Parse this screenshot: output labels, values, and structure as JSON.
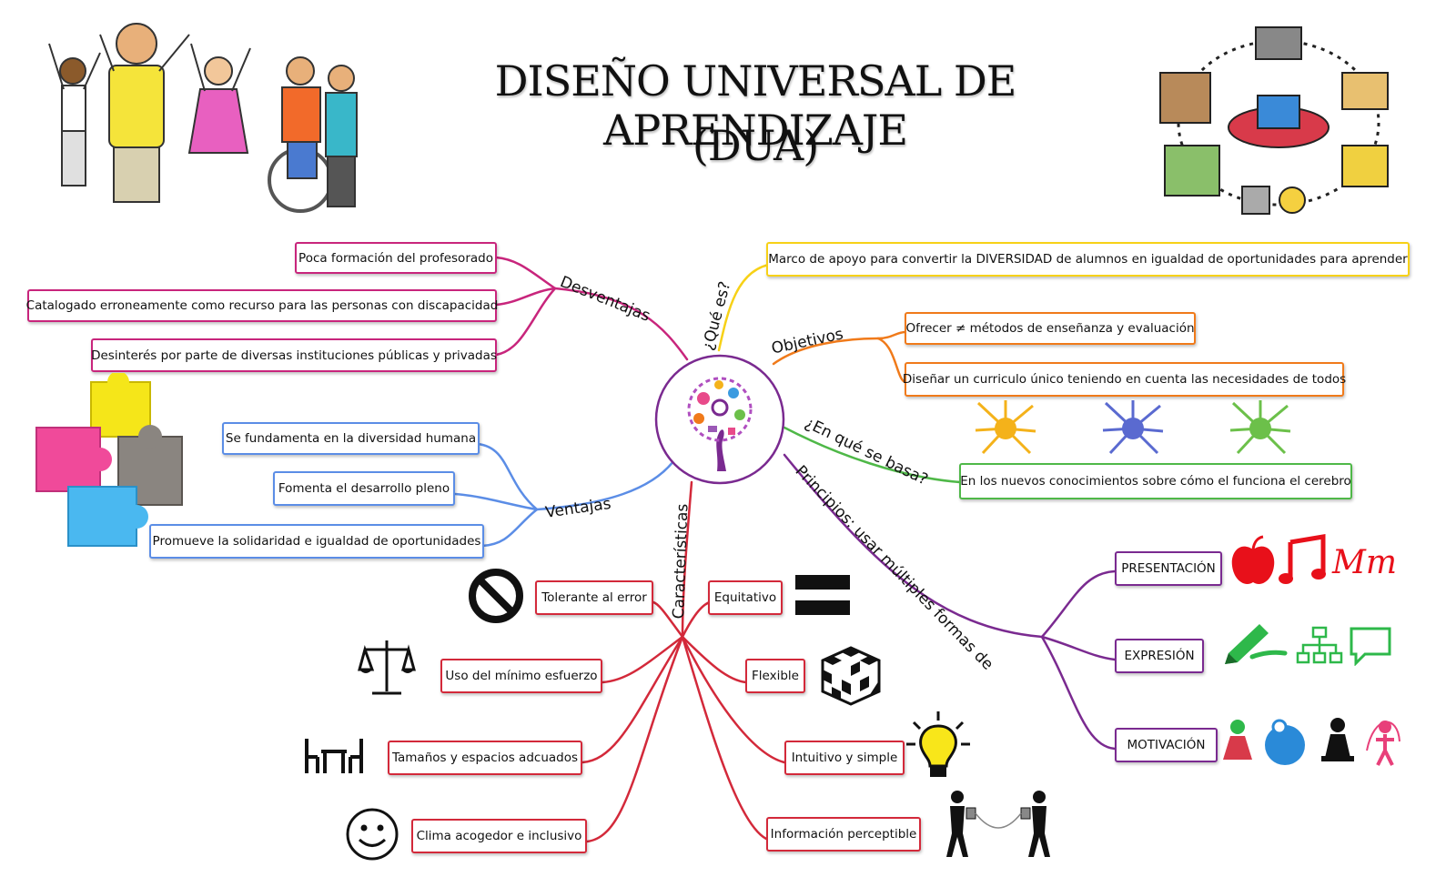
{
  "title": {
    "line1": "DISEÑO UNIVERSAL DE APRENDIZAJE",
    "line2": "(DUA)"
  },
  "branches": {
    "que_es": {
      "label": "¿Qué es?",
      "items": [
        "Marco de apoyo para convertir la DIVERSIDAD de alumnos en igualdad de oportunidades para aprender"
      ],
      "color": "#f7d117"
    },
    "objetivos": {
      "label": "Objetivos",
      "items": [
        "Ofrecer ≠ métodos de enseñanza y evaluación",
        "Diseñar un curriculo único teniendo en cuenta las necesidades de todos"
      ],
      "color": "#f07a1a"
    },
    "en_que_se_basa": {
      "label": "¿En qué se basa?",
      "items": [
        "En los nuevos conocimientos sobre cómo el funciona el cerebro"
      ],
      "color": "#4fb848"
    },
    "principios": {
      "label": "Principios: usar múltiples formas de",
      "items": [
        "PRESENTACIÓN",
        "EXPRESIÓN",
        "MOTIVACIÓN"
      ],
      "color": "#7a2a90"
    },
    "caracteristicas": {
      "label": "Características",
      "items": [
        "Tolerante al error",
        "Uso del mínimo esfuerzo",
        "Tamaños y espacios adcuados",
        "Clima acogedor e inclusivo",
        "Equitativo",
        "Flexible",
        "Intuitivo y simple",
        "Información perceptible"
      ],
      "color": "#d3293a"
    },
    "ventajas": {
      "label": "Ventajas",
      "items": [
        "Se fundamenta en la diversidad humana",
        "Fomenta el desarrollo pleno",
        "Promueve la solidaridad e igualdad de oportunidades"
      ],
      "color": "#5b8de6"
    },
    "desventajas": {
      "label": "Desventajas",
      "items": [
        "Poca formación del profesorado",
        "Catalogado erroneamente como recurso para las personas con discapacidad",
        "Desinterés por parte de diversas instituciones públicas y privadas"
      ],
      "color": "#c8257c"
    }
  },
  "presentacion_icon_text": "Mm",
  "icons": [
    "people-celebrating-illustration",
    "technology-network-illustration",
    "puzzle-pieces-icon",
    "tree-logo-icon",
    "neuron-icon",
    "apple-icon",
    "music-note-icon",
    "pencil-icon",
    "hierarchy-icon",
    "speech-bubble-icon",
    "no-entry-icon",
    "equals-icon",
    "scale-icon",
    "cube-icon",
    "desk-icon",
    "lightbulb-icon",
    "smiley-icon",
    "tin-can-phone-icon",
    "motivation-icons"
  ]
}
